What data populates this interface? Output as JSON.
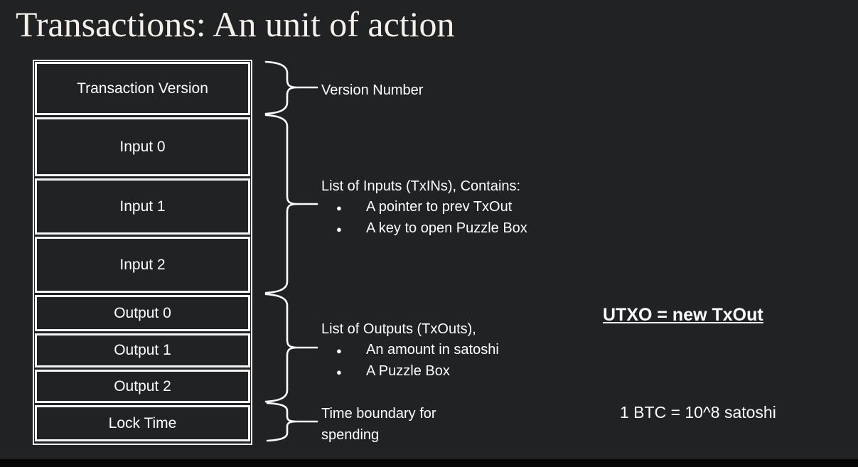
{
  "colors": {
    "background": "#212224",
    "bottom_bar": "#060606",
    "text": "#ffffff",
    "line": "#f5f5f5"
  },
  "title": "Transactions: An unit of action",
  "diagram": {
    "rows": [
      "Transaction Version",
      "Input 0",
      "Input 1",
      "Input 2",
      "Output 0",
      "Output 1",
      "Output 2",
      "Lock Time"
    ]
  },
  "bullet_char": "●",
  "annotations": {
    "version": {
      "text": "Version Number"
    },
    "inputs": {
      "heading": "List of Inputs (TxINs), Contains:",
      "bullets": [
        "A pointer to prev TxOut",
        "A key to open Puzzle Box"
      ]
    },
    "outputs": {
      "heading": "List of Outputs (TxOuts),",
      "bullets": [
        "An amount in satoshi",
        "A Puzzle Box"
      ]
    },
    "locktime": {
      "text": "Time boundary for spending"
    }
  },
  "notes": {
    "utxo": "UTXO = new TxOut",
    "btc": "1 BTC = 10^8 satoshi"
  }
}
